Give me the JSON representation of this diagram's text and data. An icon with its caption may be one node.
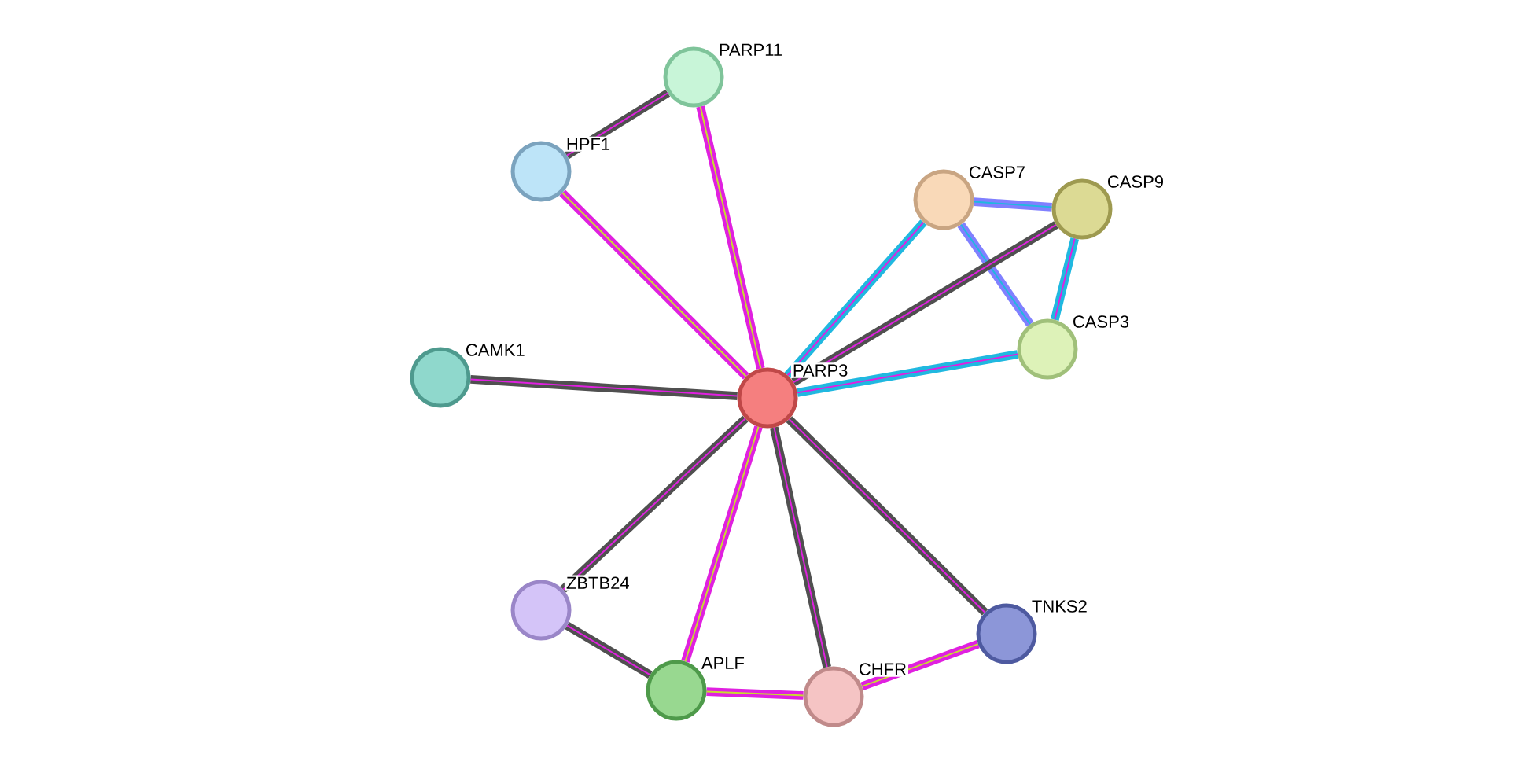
{
  "diagram": {
    "nodes": [
      {
        "text": [
          "PARP11"
        ]
      },
      {
        "text": [
          "HPF1"
        ]
      },
      {
        "text": [
          "CASP7"
        ]
      },
      {
        "text": [
          "CASP9"
        ]
      },
      {
        "text": [
          "CASP3"
        ]
      },
      {
        "text": [
          "CAMK1"
        ]
      },
      {
        "text": [
          "PARP3"
        ]
      },
      {
        "text": [
          "ZBTB24"
        ]
      },
      {
        "text": [
          "TNKS2"
        ]
      },
      {
        "text": [
          "APLF"
        ]
      },
      {
        "text": [
          "CHFR"
        ]
      }
    ],
    "edges": [
      {
        "from": 0,
        "to": 1,
        "arrow": "none"
      },
      {
        "from": 0,
        "to": 6,
        "arrow": "none",
        "color": "#e020e0"
      },
      {
        "from": 1,
        "to": 6,
        "arrow": "none",
        "color": "#e020e0"
      },
      {
        "from": 5,
        "to": 6,
        "arrow": "none"
      },
      {
        "from": 2,
        "to": 3,
        "arrow": "none",
        "color": "#8080ff"
      },
      {
        "from": 2,
        "to": 4,
        "arrow": "none",
        "color": "#8080ff"
      },
      {
        "from": 3,
        "to": 4,
        "arrow": "none",
        "color": "#20b8e0"
      },
      {
        "from": 6,
        "to": 2,
        "arrow": "none",
        "color": "#20b8e0"
      },
      {
        "from": 6,
        "to": 3,
        "arrow": "none"
      },
      {
        "from": 6,
        "to": 4,
        "arrow": "none",
        "color": "#20b8e0"
      },
      {
        "from": 6,
        "to": 7,
        "arrow": "none"
      },
      {
        "from": 6,
        "to": 9,
        "arrow": "none",
        "color": "#e020e0"
      },
      {
        "from": 6,
        "to": 10,
        "arrow": "none"
      },
      {
        "from": 6,
        "to": 8,
        "arrow": "none"
      },
      {
        "from": 7,
        "to": 9,
        "arrow": "none"
      },
      {
        "from": 9,
        "to": 10,
        "arrow": "none",
        "color": "#e020e0"
      },
      {
        "from": 10,
        "to": 8,
        "arrow": "none",
        "color": "#e020e0"
      }
    ]
  }
}
